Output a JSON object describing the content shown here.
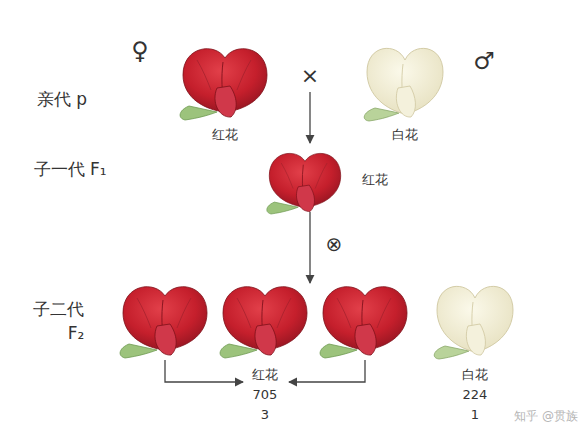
{
  "diagram": {
    "nodes": [
      {
        "text": [
          "红花"
        ]
      },
      {
        "text": [
          "白花"
        ]
      },
      {
        "text": [
          "红花"
        ]
      },
      {
        "text": [
          "红花",
          "705",
          "3"
        ]
      },
      {
        "text": [
          "白花",
          "224",
          "1"
        ]
      }
    ],
    "edges": [
      {
        "from": 2,
        "to": 3,
        "arrow": "to"
      }
    ],
    "labels": [
      "♀",
      "亲代 p",
      "×",
      "♂",
      "子一代 F₁",
      "⊗",
      "子二代",
      "F₂",
      "知乎 @贯族"
    ]
  }
}
